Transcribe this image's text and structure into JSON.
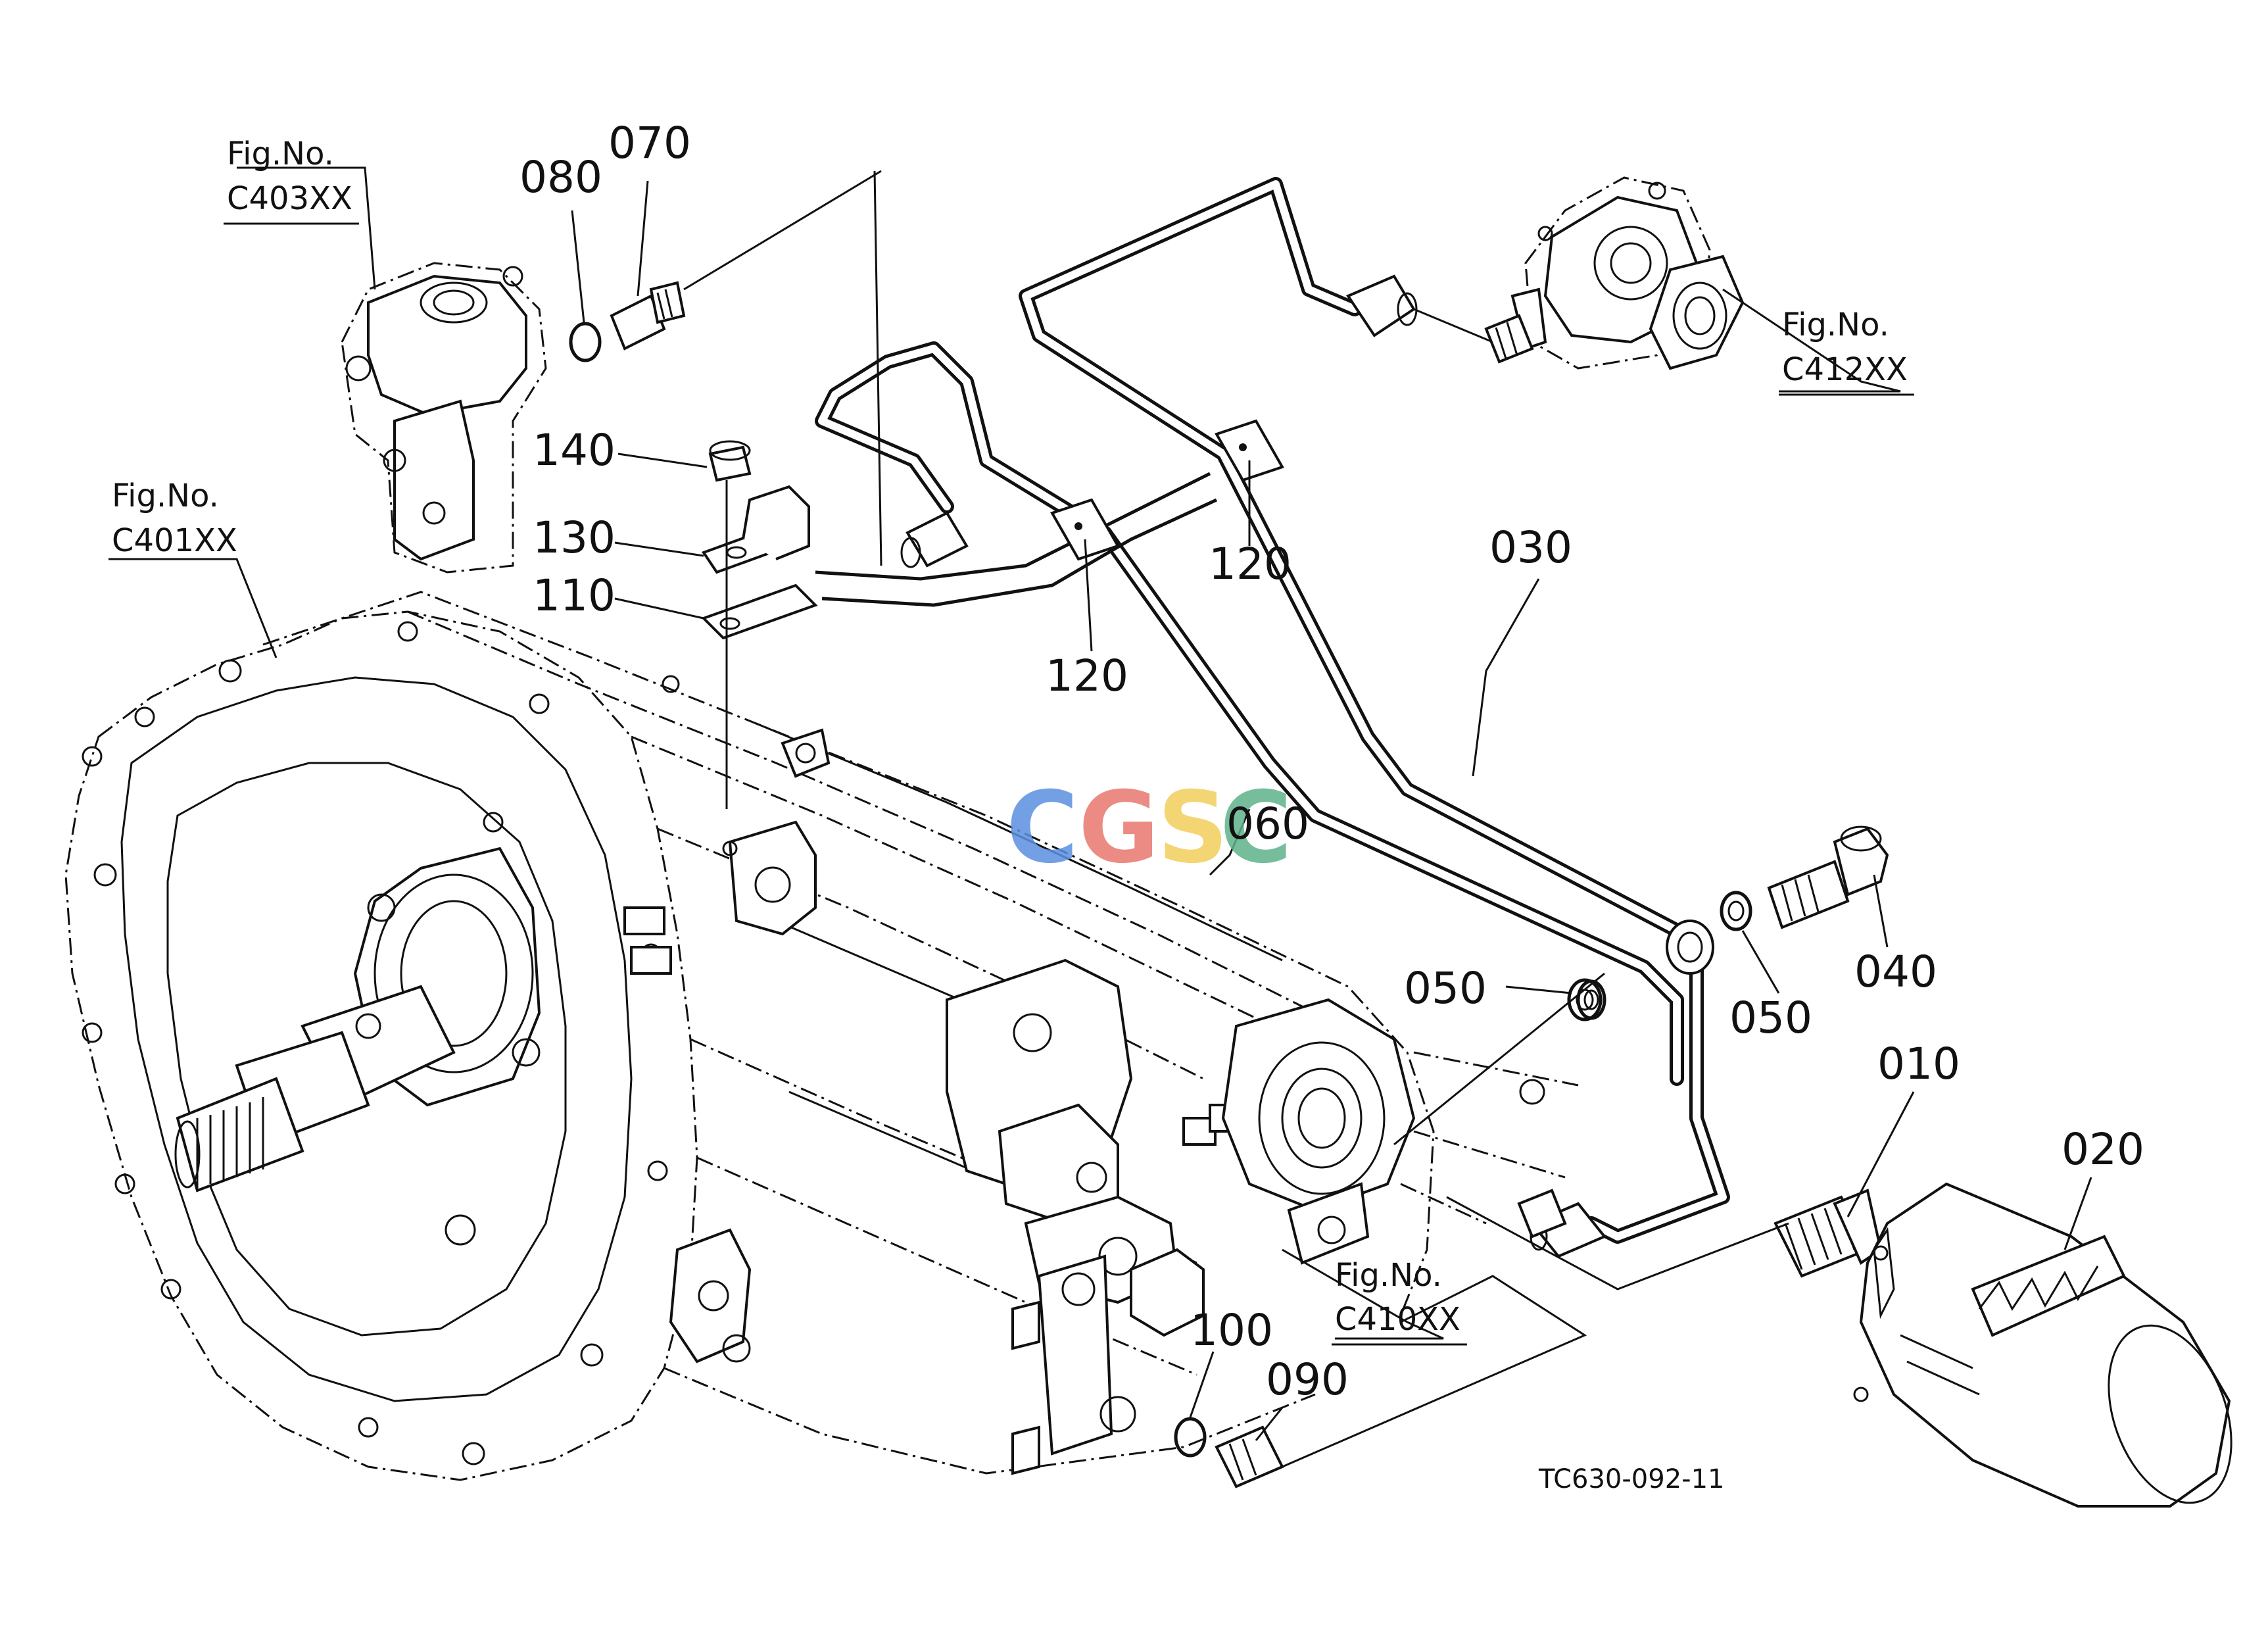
{
  "drawing_code": "TC630-092-11",
  "watermark": "CGSC",
  "figure_refs": [
    {
      "id": "c403",
      "label": "Fig.No.",
      "code": "C403XX"
    },
    {
      "id": "c401",
      "label": "Fig.No.",
      "code": "C401XX"
    },
    {
      "id": "c412",
      "label": "Fig.No.",
      "code": "C412XX"
    },
    {
      "id": "c410",
      "label": "Fig.No.",
      "code": "C410XX"
    }
  ],
  "callouts": [
    "080",
    "070",
    "140",
    "130",
    "110",
    "120",
    "120",
    "030",
    "060",
    "050",
    "050",
    "040",
    "010",
    "020",
    "100",
    "090"
  ],
  "colors": {
    "line": "#111111",
    "watermark_blue": "#5b8fe0",
    "watermark_red": "#e8776f",
    "watermark_yellow": "#f2cf5b",
    "watermark_green": "#5fb38a"
  }
}
